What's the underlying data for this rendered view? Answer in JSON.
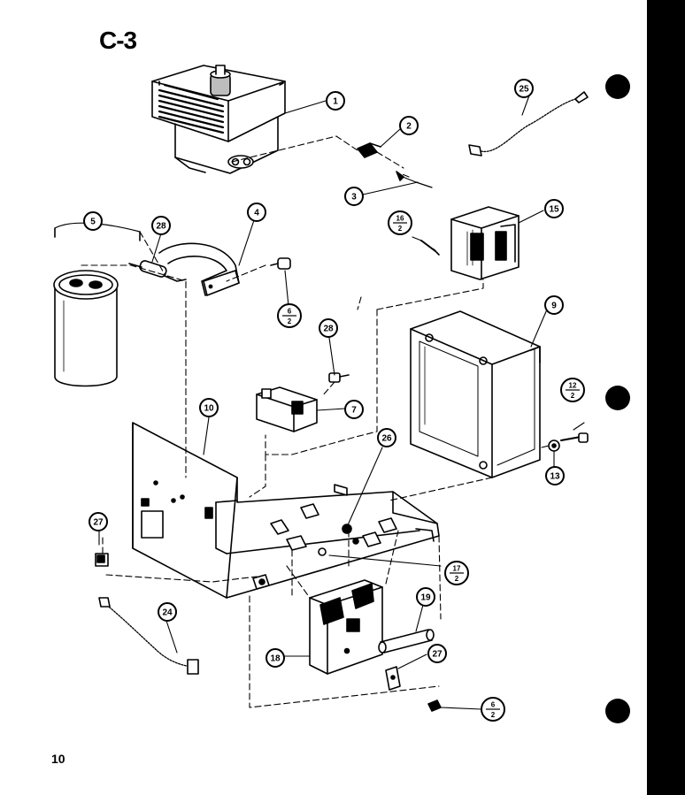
{
  "page": {
    "title": "C-3",
    "page_number": "10"
  },
  "callouts": [
    {
      "id": "c1",
      "label": "1"
    },
    {
      "id": "c2",
      "label": "2"
    },
    {
      "id": "c3",
      "label": "3"
    },
    {
      "id": "c4",
      "label": "4"
    },
    {
      "id": "c5",
      "label": "5"
    },
    {
      "id": "c7",
      "label": "7"
    },
    {
      "id": "c9",
      "label": "9"
    },
    {
      "id": "c10",
      "label": "10"
    },
    {
      "id": "c13",
      "label": "13"
    },
    {
      "id": "c15",
      "label": "15"
    },
    {
      "id": "c18",
      "label": "18"
    },
    {
      "id": "c19",
      "label": "19"
    },
    {
      "id": "c24",
      "label": "24"
    },
    {
      "id": "c25",
      "label": "25"
    },
    {
      "id": "c26",
      "label": "26"
    },
    {
      "id": "c27a",
      "label": "27"
    },
    {
      "id": "c27b",
      "label": "27"
    },
    {
      "id": "c28a",
      "label": "28"
    },
    {
      "id": "c28b",
      "label": "28"
    }
  ],
  "fraction_callouts": [
    {
      "id": "f16",
      "num": "16",
      "den": "2"
    },
    {
      "id": "f6a",
      "num": "6",
      "den": "2"
    },
    {
      "id": "f12",
      "num": "12",
      "den": "2"
    },
    {
      "id": "f17",
      "num": "17",
      "den": "2"
    },
    {
      "id": "f6b",
      "num": "6",
      "den": "2"
    }
  ],
  "colors": {
    "ink": "#000000",
    "paper": "#ffffff",
    "shade": "#bdbdbd"
  }
}
